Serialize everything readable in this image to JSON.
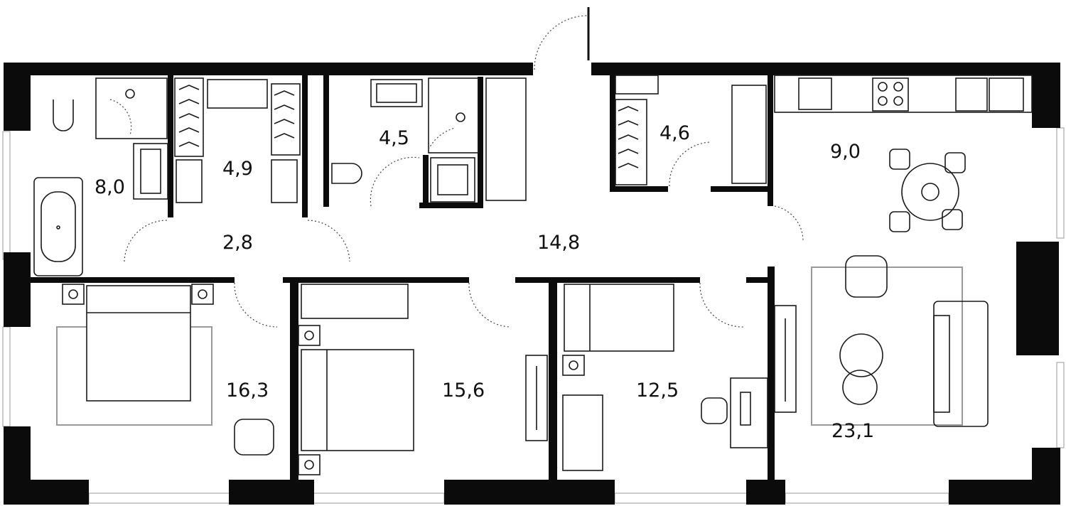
{
  "plan": {
    "rooms": [
      {
        "id": "bathroom-1",
        "area": "8,0"
      },
      {
        "id": "wardrobe-1",
        "area": "4,9"
      },
      {
        "id": "bathroom-2",
        "area": "4,5"
      },
      {
        "id": "wardrobe-2",
        "area": "4,6"
      },
      {
        "id": "kitchen",
        "area": "9,0"
      },
      {
        "id": "hall-small",
        "area": "2,8"
      },
      {
        "id": "corridor",
        "area": "14,8"
      },
      {
        "id": "bedroom-1",
        "area": "16,3"
      },
      {
        "id": "bedroom-2",
        "area": "15,6"
      },
      {
        "id": "bedroom-3",
        "area": "12,5"
      },
      {
        "id": "living-room",
        "area": "23,1"
      }
    ]
  }
}
